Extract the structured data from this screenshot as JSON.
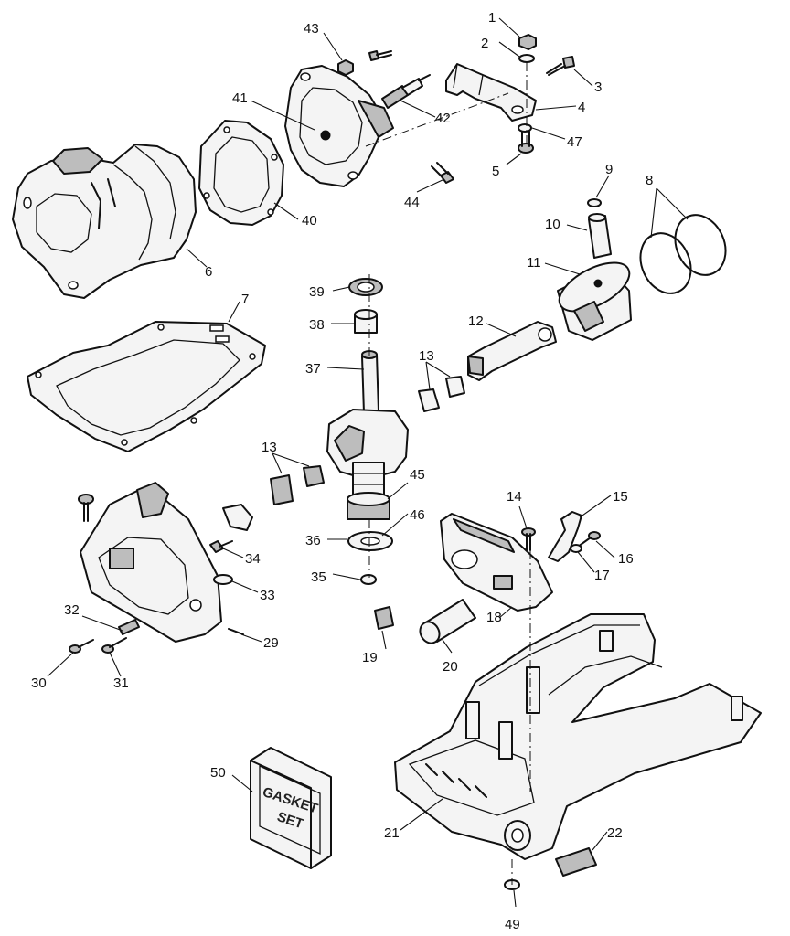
{
  "callouts": {
    "c1": "1",
    "c2": "2",
    "c3": "3",
    "c4": "4",
    "c5": "5",
    "c6": "6",
    "c7": "7",
    "c8": "8",
    "c9": "9",
    "c10": "10",
    "c11": "11",
    "c12": "12",
    "c13a": "13",
    "c13b": "13",
    "c14": "14",
    "c15": "15",
    "c16": "16",
    "c17": "17",
    "c18": "18",
    "c19": "19",
    "c20": "20",
    "c21": "21",
    "c22": "22",
    "c29": "29",
    "c30": "30",
    "c31": "31",
    "c32": "32",
    "c33": "33",
    "c34": "34",
    "c35": "35",
    "c36": "36",
    "c37": "37",
    "c38": "38",
    "c39": "39",
    "c40": "40",
    "c41": "41",
    "c42": "42",
    "c43": "43",
    "c44": "44",
    "c45": "45",
    "c46": "46",
    "c47": "47",
    "c49": "49",
    "c50": "50"
  },
  "gasket_box_label": {
    "line1": "GASKET",
    "line2": "SET"
  }
}
